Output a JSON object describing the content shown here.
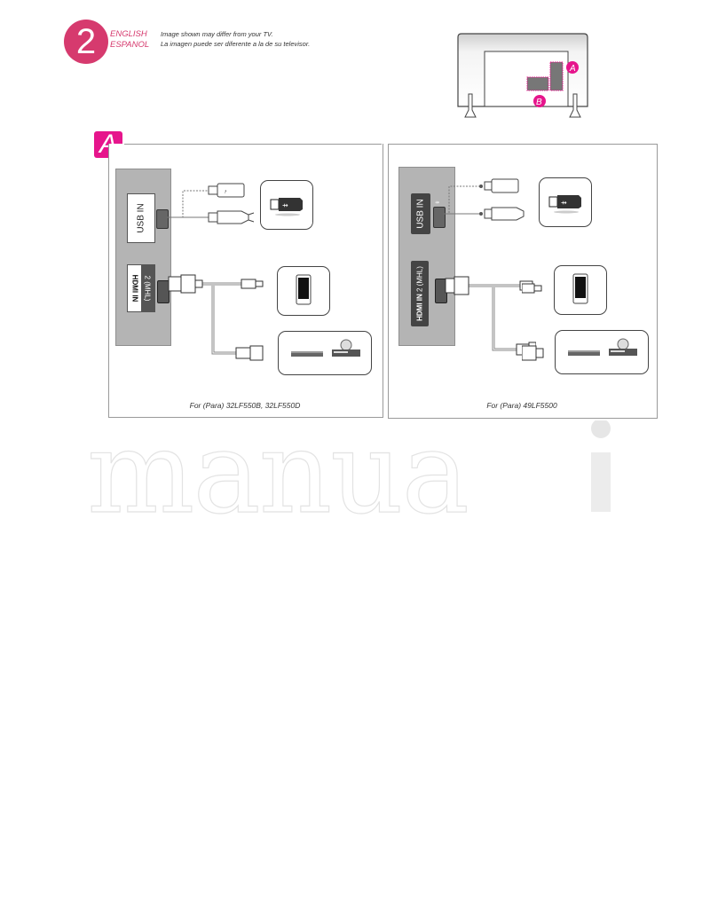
{
  "header": {
    "step_number": "2",
    "languages": [
      "ENGLISH",
      "ESPANOL"
    ],
    "notes": [
      "Image shown may differ from your TV.",
      "La imagen puede ser diferente a la de su televisor."
    ],
    "accent_color": "#d63a6e"
  },
  "tv_back_diagram": {
    "markers": [
      "A",
      "B"
    ],
    "marker_color": "#e6158c"
  },
  "section": {
    "marker": "A"
  },
  "panels": [
    {
      "ports": {
        "usb_label": "USB IN",
        "hdmi_label": "HDMI IN",
        "hdmi_sub": "2 (MHL)"
      },
      "devices": [
        "usb-drive",
        "smartphone",
        "set-top-box / disc-player"
      ],
      "caption": "For (Para) 32LF550B, 32LF550D"
    },
    {
      "ports": {
        "usb_label": "USB IN",
        "hdmi_label": "HDMI IN",
        "hdmi_sub": "2 (MHL)"
      },
      "devices": [
        "usb-drive",
        "smartphone",
        "set-top-box / disc-player"
      ],
      "caption": "For (Para) 49LF5500"
    }
  ],
  "watermark": {
    "text": "manuali"
  }
}
